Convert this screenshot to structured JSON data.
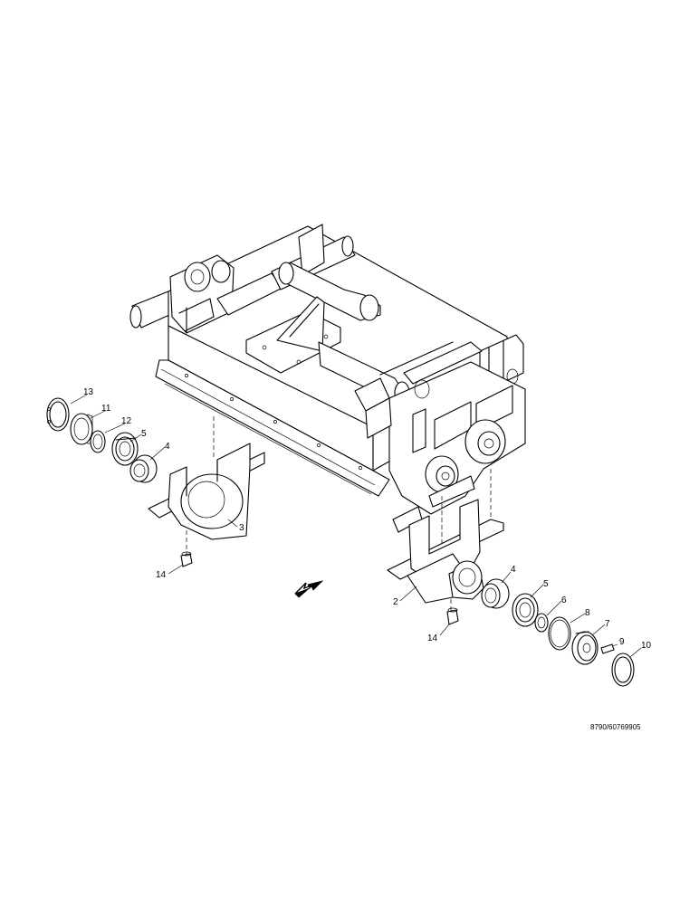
{
  "drawing": {
    "reference": "8790/60769905"
  },
  "callouts": {
    "c13": "13",
    "c11": "11",
    "c12": "12",
    "c5_left": "5",
    "c4_left": "4",
    "c3": "3",
    "c14_left": "14",
    "c2": "2",
    "c4_right": "4",
    "c5_right": "5",
    "c6": "6",
    "c8": "8",
    "c7": "7",
    "c9": "9",
    "c10": "10",
    "c14_right": "14"
  }
}
